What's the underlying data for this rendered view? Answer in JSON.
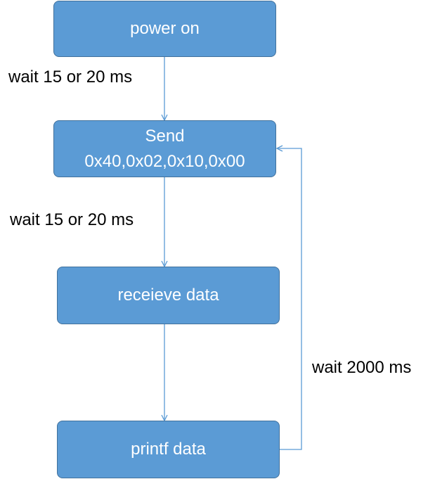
{
  "nodes": {
    "power_on": "power on",
    "send_line1": "Send",
    "send_line2": "0x40,0x02,0x10,0x00",
    "receive": "receieve data",
    "printf": "printf data"
  },
  "edges": {
    "wait_after_power": "wait 15 or 20 ms",
    "wait_after_send": "wait 15 or 20 ms",
    "loop_wait": "wait 2000 ms"
  },
  "colors": {
    "box_fill": "#5b9bd5",
    "box_border": "#41719c",
    "connector": "#5b9bd5",
    "box_text": "#ffffff"
  }
}
